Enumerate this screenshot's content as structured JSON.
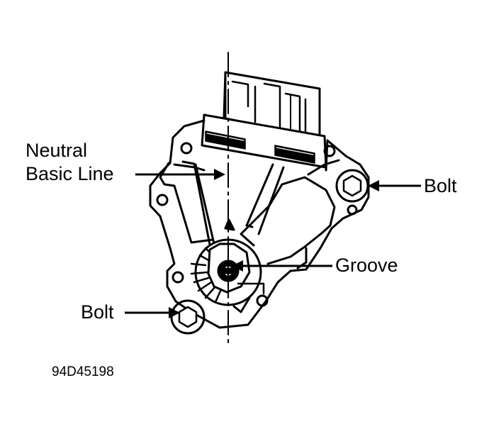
{
  "labels": {
    "neutral_line_1": "Neutral",
    "neutral_line_2": "Basic Line",
    "bolt_right": "Bolt",
    "groove": "Groove",
    "bolt_left": "Bolt"
  },
  "figure_number": "94D45198",
  "colors": {
    "ink": "#000000",
    "paper": "#ffffff"
  }
}
